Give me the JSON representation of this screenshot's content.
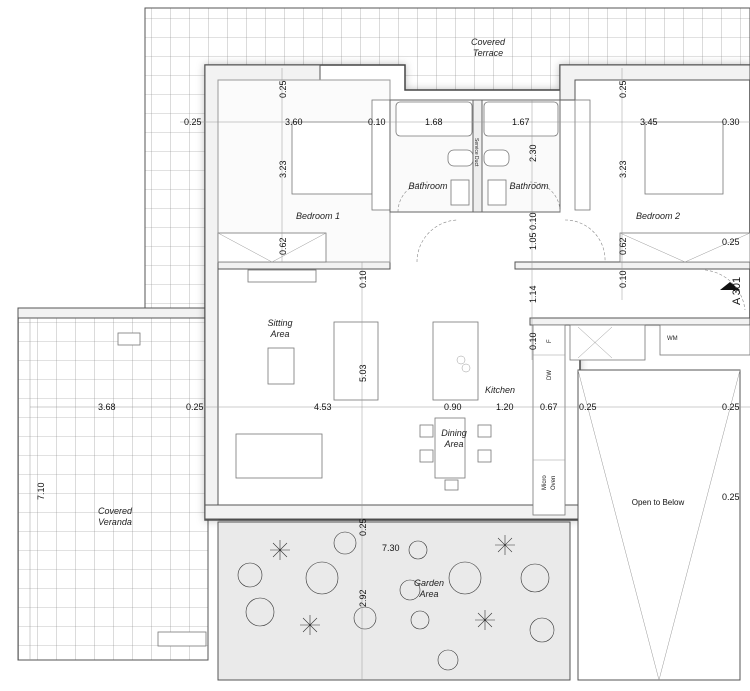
{
  "rooms": {
    "covered_terrace": [
      "Covered",
      "Terrace"
    ],
    "bedroom1": "Bedroom 1",
    "bathroom_left": "Bathroom",
    "bathroom_right": "Bathroom",
    "bedroom2": "Bedroom 2",
    "sitting_area": [
      "Sitting",
      "Area"
    ],
    "kitchen": "Kitchen",
    "dining_area": [
      "Dining",
      "Area"
    ],
    "covered_veranda": [
      "Covered",
      "Veranda"
    ],
    "open_to_below": "Open to Below",
    "garden_area": [
      "Garden",
      "Area"
    ]
  },
  "fixtures": {
    "service_duct": "Service Duct",
    "fridge": "F",
    "dishwasher": "DW",
    "micro_oven": [
      "Micro",
      "Oven"
    ],
    "washing_machine": "WM",
    "section_marker": "A 301"
  },
  "dimensions": [
    "0.25",
    "0.25",
    "3.60",
    "0.10",
    "1.68",
    "1.67",
    "2.30",
    "3.23",
    "3.45",
    "0.30",
    "0.25",
    "3.23",
    "1.05 0.10",
    "0.62",
    "0.62",
    "0.25",
    "0.10",
    "0.10",
    "1.14",
    "0.10",
    "3.68",
    "0.25",
    "4.53",
    "5.03",
    "0.90",
    "1.20",
    "0.67",
    "0.25",
    "0.25",
    "0.25",
    "7.10",
    "0.25",
    "7.30",
    "2.92"
  ]
}
